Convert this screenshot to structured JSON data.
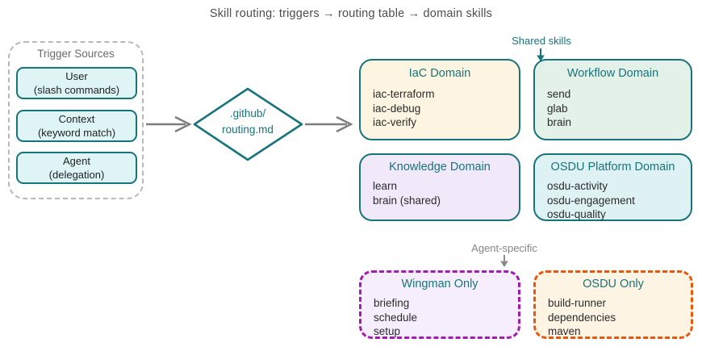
{
  "title": "Skill routing: triggers → routing table → domain skills",
  "trigger_sources": {
    "label": "Trigger Sources",
    "items": [
      {
        "name": "User",
        "detail": "(slash commands)"
      },
      {
        "name": "Context",
        "detail": "(keyword match)"
      },
      {
        "name": "Agent",
        "detail": "(delegation)"
      }
    ]
  },
  "router": {
    "line1": ".github/",
    "line2": "routing.md"
  },
  "annotations": {
    "shared": "Shared skills",
    "agent_specific": "Agent-specific"
  },
  "domains": [
    {
      "id": "iac",
      "title": "IaC Domain",
      "skills": [
        "iac-terraform",
        "iac-debug",
        "iac-verify"
      ],
      "fill": "#fdf5e2",
      "border_style": "solid"
    },
    {
      "id": "workflow",
      "title": "Workflow Domain",
      "skills": [
        "send",
        "glab",
        "brain"
      ],
      "fill": "#e3f1e9",
      "border_style": "solid"
    },
    {
      "id": "knowledge",
      "title": "Knowledge Domain",
      "skills": [
        "learn",
        "brain (shared)"
      ],
      "fill": "#f1e8fa",
      "border_style": "solid"
    },
    {
      "id": "osdu_platform",
      "title": "OSDU Platform Domain",
      "skills": [
        "osdu-activity",
        "osdu-engagement",
        "osdu-quality"
      ],
      "fill": "#def2f3",
      "border_style": "solid"
    },
    {
      "id": "wingman",
      "title": "Wingman Only",
      "skills": [
        "briefing",
        "schedule",
        "setup"
      ],
      "fill": "#f6eefc",
      "border_style": "dashed",
      "border_color": "#a21caf"
    },
    {
      "id": "osdu_only",
      "title": "OSDU Only",
      "skills": [
        "build-runner",
        "dependencies",
        "maven"
      ],
      "fill": "#fdf4e4",
      "border_style": "dashed",
      "border_color": "#e8570e"
    }
  ],
  "colors": {
    "teal": "#17747b",
    "arrow_gray": "#7d7d7d",
    "annotation_gray": "#868686",
    "trigger_fill": "#dff4f5",
    "trigger_group_border": "#b8b8b8",
    "purple_dashed": "#a21caf",
    "orange_dashed": "#e8570e"
  }
}
